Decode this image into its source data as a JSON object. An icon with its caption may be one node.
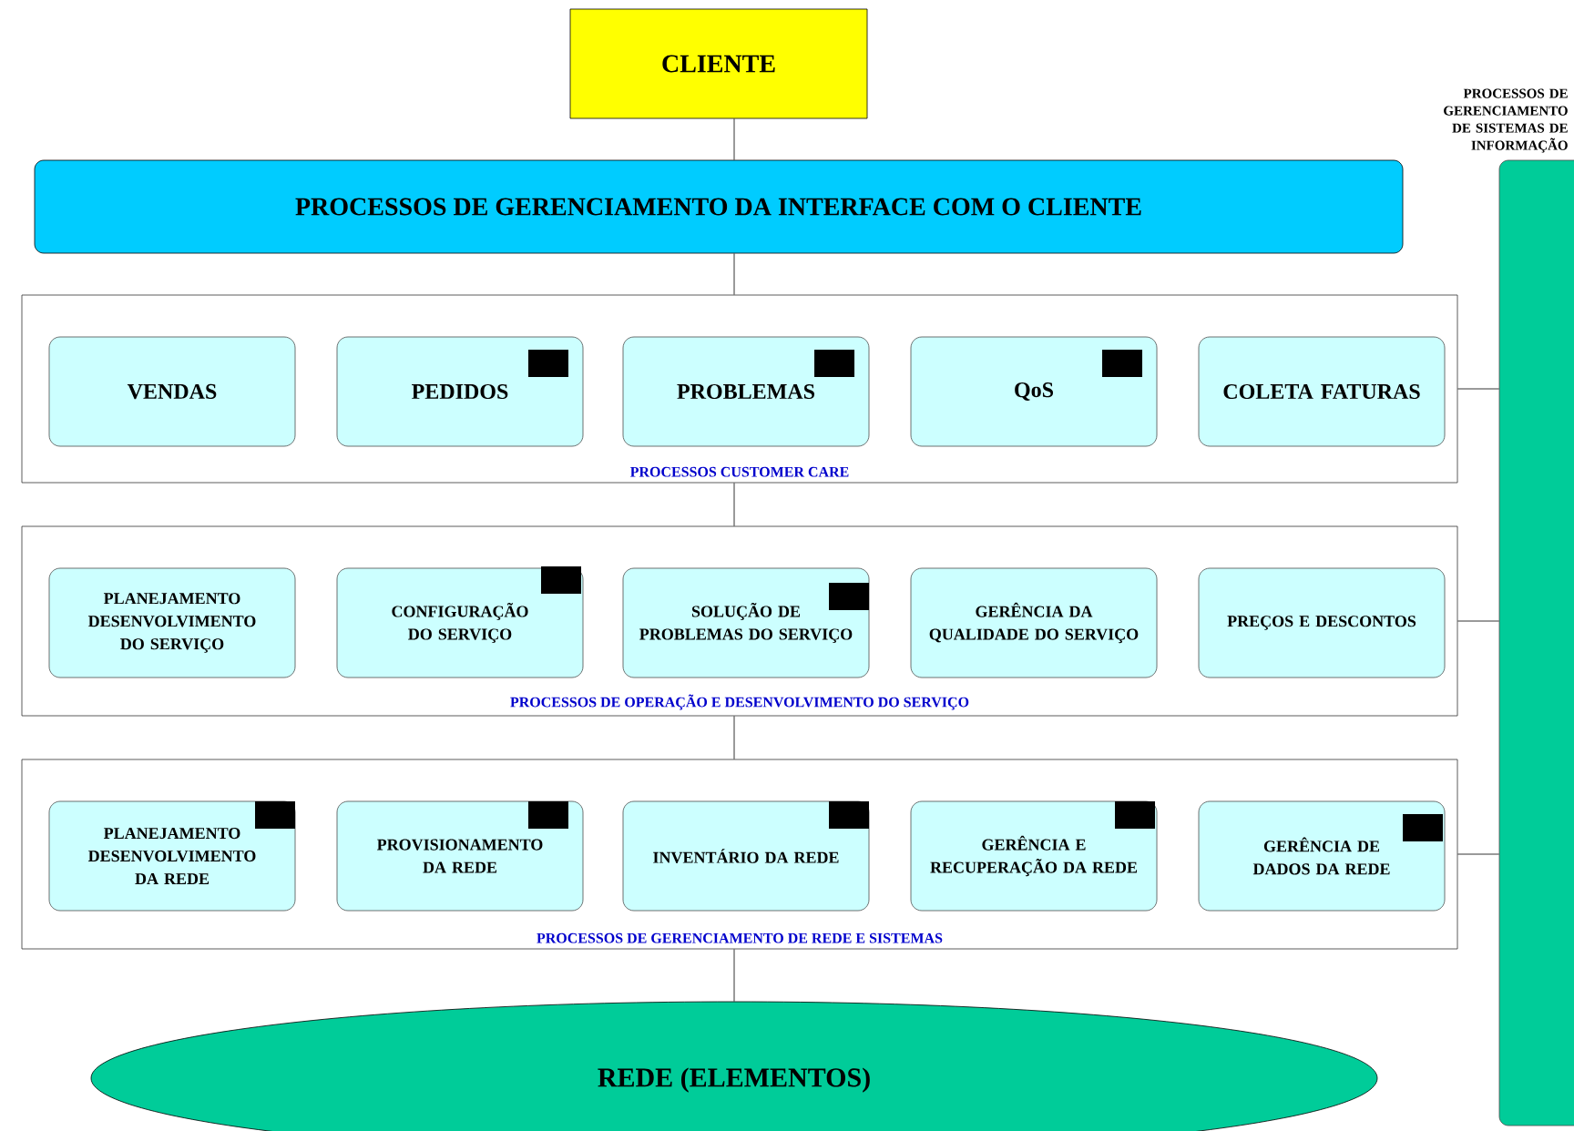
{
  "diagram": {
    "nodes": [
      {
        "text": [
          "CLIENTE"
        ]
      },
      {
        "text": [
          "PROCESSOS DE GERENCIAMENTO DA INTERFACE COM O CLIENTE"
        ]
      },
      {
        "text": [
          "PROCESSOS CUSTOMER CARE"
        ]
      },
      {
        "text": [
          "VENDAS"
        ],
        "in": 2
      },
      {
        "text": [
          "PEDIDOS"
        ],
        "in": 2
      },
      {
        "text": [
          "PROBLEMAS"
        ],
        "in": 2
      },
      {
        "text": [
          "QoS"
        ],
        "in": 2
      },
      {
        "text": [
          "COLETA FATURAS"
        ],
        "in": 2
      },
      {
        "text": [
          "PROCESSOS DE OPERAÇÃO E DESENVOLVIMENTO DO SERVIÇO"
        ]
      },
      {
        "text": [
          "PLANEJAMENTO DESENVOLVIMENTO DO SERVIÇO"
        ],
        "in": 8
      },
      {
        "text": [
          "CONFIGURAÇÃO DO SERVIÇO"
        ],
        "in": 8
      },
      {
        "text": [
          "SOLUÇÃO DE PROBLEMAS DO SERVIÇO"
        ],
        "in": 8
      },
      {
        "text": [
          "GERÊNCIA DA QUALIDADE DO SERVIÇO"
        ],
        "in": 8
      },
      {
        "text": [
          "PREÇOS E DESCONTOS"
        ],
        "in": 8
      },
      {
        "text": [
          "PROCESSOS DE GERENCIAMENTO DE REDE E SISTEMAS"
        ]
      },
      {
        "text": [
          "PLANEJAMENTO DESENVOLVIMENTO DA REDE"
        ],
        "in": 14
      },
      {
        "text": [
          "PROVISIONAMENTO DA REDE"
        ],
        "in": 14
      },
      {
        "text": [
          "INVENTÁRIO DA REDE"
        ],
        "in": 14
      },
      {
        "text": [
          "GERÊNCIA E RECUPERAÇÃO DA REDE"
        ],
        "in": 14
      },
      {
        "text": [
          "GERÊNCIA DE DADOS DA REDE"
        ],
        "in": 14
      },
      {
        "text": [
          "REDE (ELEMENTOS)"
        ]
      },
      {
        "text": [
          "PROCESSOS DE GERENCIAMENTO DE SISTEMAS DE INFORMAÇÃO"
        ]
      }
    ],
    "edges": [
      {
        "from": 0,
        "to": 1,
        "arrow": "none"
      },
      {
        "from": 1,
        "to": 2,
        "arrow": "none"
      },
      {
        "from": 2,
        "to": 8,
        "arrow": "none"
      },
      {
        "from": 8,
        "to": 14,
        "arrow": "none"
      },
      {
        "from": 14,
        "to": 20,
        "arrow": "none"
      },
      {
        "from": 2,
        "to": 21,
        "arrow": "none"
      },
      {
        "from": 8,
        "to": 21,
        "arrow": "none"
      },
      {
        "from": 14,
        "to": 21,
        "arrow": "none"
      }
    ]
  }
}
